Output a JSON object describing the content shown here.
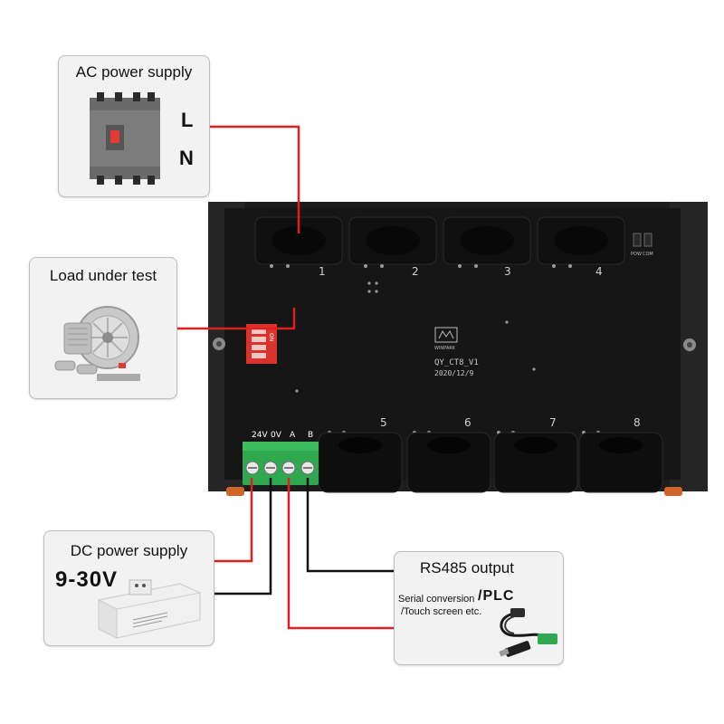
{
  "callouts": {
    "ac": {
      "title": "AC power supply",
      "line": "L",
      "neutral": "N"
    },
    "load": {
      "title": "Load under test"
    },
    "dc": {
      "title": "DC power supply",
      "voltage": "9-30V"
    },
    "rs485": {
      "title": "RS485 output",
      "note1": "Serial conversion",
      "note_plc": "/PLC",
      "note2": "/Touch screen etc."
    }
  },
  "board": {
    "model": "QY_CT8_V1",
    "date": "2020/12/9",
    "brand": "WINPARK",
    "led_labels": [
      "POW",
      "COM"
    ],
    "dip_label": "ON",
    "terminals": [
      "24V",
      "0V",
      "A",
      "B"
    ],
    "ct_labels": [
      "1",
      "2",
      "3",
      "4",
      "5",
      "6",
      "7",
      "8"
    ]
  },
  "colors": {
    "wire_red": "#e02020",
    "wire_black": "#111111",
    "device_body": "#1c1c1c",
    "terminal_green": "#2fa84f",
    "dip_red": "#d9342b"
  },
  "icons": {
    "ac": "circuit-breaker-icon",
    "load": "blower-motor-icon",
    "dc": "din-rail-power-supply-icon",
    "rs485": "usb-serial-converter-icon"
  }
}
